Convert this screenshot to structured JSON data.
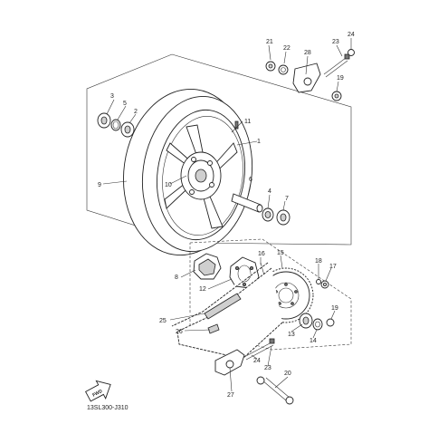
{
  "diagram": {
    "catalog_code": "13SL300-J310",
    "fwd_label": "FWD"
  },
  "callouts": [
    "21",
    "22",
    "28",
    "23",
    "24",
    "19",
    "3",
    "5",
    "2",
    "11",
    "1",
    "9",
    "10",
    "6",
    "4",
    "7",
    "16",
    "15",
    "18",
    "17",
    "8",
    "12",
    "25",
    "26",
    "13",
    "14",
    "19",
    "24",
    "23",
    "20",
    "27"
  ]
}
